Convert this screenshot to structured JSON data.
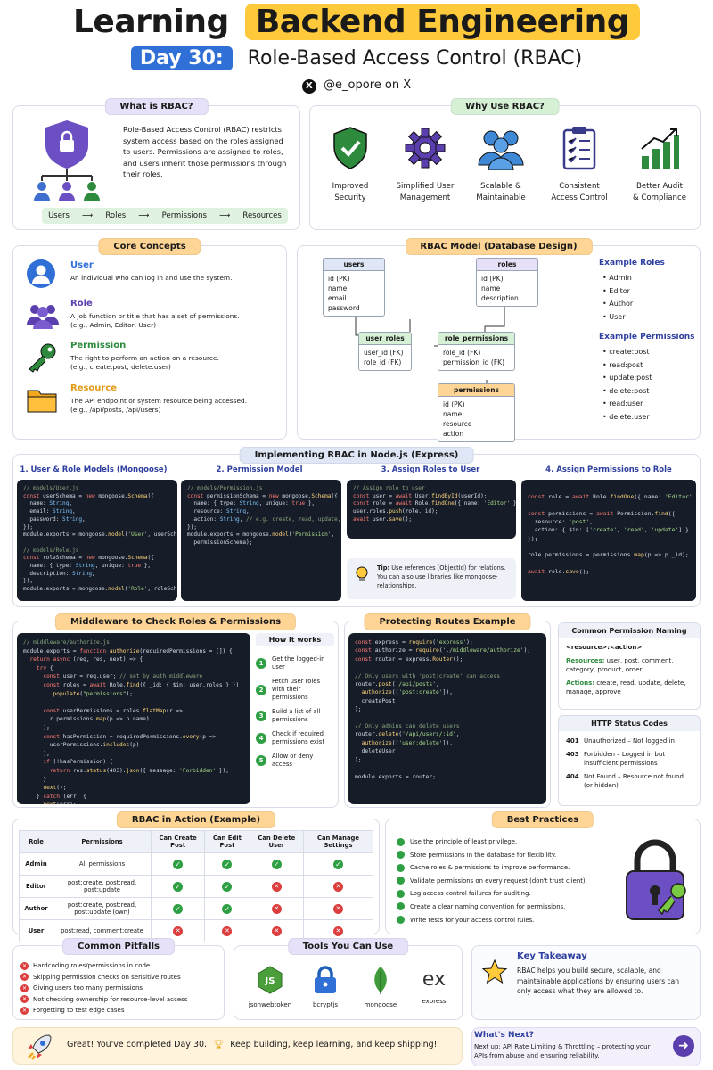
{
  "header": {
    "title_a": "Learning",
    "title_b": "Backend Engineering",
    "day": "Day 30:",
    "subtitle": "Role-Based Access Control (RBAC)",
    "handle": "@e_opore on X"
  },
  "what": {
    "title": "What is RBAC?",
    "text": "Role-Based Access Control (RBAC) restricts system access based on the roles assigned to users. Permissions are assigned to roles, and users inherit those permissions through their roles.",
    "flow": [
      "Users",
      "Roles",
      "Permissions",
      "Resources"
    ],
    "arrow": "⟶"
  },
  "why": {
    "title": "Why Use RBAC?",
    "items": [
      {
        "icon": "shield-check-icon",
        "l1": "Improved",
        "l2": "Security"
      },
      {
        "icon": "gear-icon",
        "l1": "Simplified User",
        "l2": "Management"
      },
      {
        "icon": "users-group-icon",
        "l1": "Scalable &",
        "l2": "Maintainable"
      },
      {
        "icon": "checklist-icon",
        "l1": "Consistent",
        "l2": "Access Control"
      },
      {
        "icon": "bar-chart-icon",
        "l1": "Better Audit",
        "l2": "& Compliance"
      }
    ]
  },
  "core": {
    "title": "Core Concepts",
    "items": [
      {
        "name": "User",
        "color": "#2f6fd6",
        "d1": "An individual who can log in and use the system.",
        "d2": ""
      },
      {
        "name": "Role",
        "color": "#5b3fae",
        "d1": "A job function or title that has a set of permissions.",
        "d2": "(e.g., Admin, Editor, User)"
      },
      {
        "name": "Permission",
        "color": "#2e8b3e",
        "d1": "The right to perform an action on a resource.",
        "d2": "(e.g., create:post, delete:user)"
      },
      {
        "name": "Resource",
        "color": "#e09b16",
        "d1": "The API endpoint or system resource being accessed.",
        "d2": "(e.g., /api/posts, /api/users)"
      }
    ]
  },
  "model": {
    "title": "RBAC Model (Database Design)",
    "tables": {
      "users": {
        "name": "users",
        "fields": [
          "id (PK)",
          "name",
          "email",
          "password"
        ]
      },
      "roles": {
        "name": "roles",
        "fields": [
          "id (PK)",
          "name",
          "description"
        ]
      },
      "user_roles": {
        "name": "user_roles",
        "fields": [
          "user_id (FK)",
          "role_id (FK)"
        ]
      },
      "role_permissions": {
        "name": "role_permissions",
        "fields": [
          "role_id (FK)",
          "permission_id (FK)"
        ]
      },
      "permissions": {
        "name": "permissions",
        "fields": [
          "id (PK)",
          "name",
          "resource",
          "action"
        ]
      }
    },
    "roles_title": "Example Roles",
    "roles": [
      "Admin",
      "Editor",
      "Author",
      "User"
    ],
    "perms_title": "Example Permissions",
    "perms": [
      "create:post",
      "read:post",
      "update:post",
      "delete:post",
      "read:user",
      "delete:user"
    ]
  },
  "impl": {
    "title": "Implementing RBAC in Node.js (Express)",
    "h1": "1. User & Role Models (Mongoose)",
    "h2": "2. Permission Model",
    "h3": "3. Assign Roles to User",
    "h4": "4. Assign Permissions to Role",
    "tip_label": "Tip:",
    "tip": "Use references (ObjectId) for relations. You can also use libraries like mongoose-relationships."
  },
  "mw": {
    "title": "Middleware to Check Roles & Permissions",
    "how_title": "How it works",
    "steps": [
      "Get the logged-in user",
      "Fetch user roles with their permissions",
      "Build a list of all permissions",
      "Check if required permissions exist",
      "Allow or deny access"
    ]
  },
  "protect": {
    "title": "Protecting Routes Example"
  },
  "naming": {
    "title": "Common Permission Naming",
    "format": "<resource>:<action>",
    "res_label": "Resources:",
    "res": "user, post, comment, category, product, order",
    "act_label": "Actions:",
    "act": "create, read, update, delete, manage, approve"
  },
  "http": {
    "title": "HTTP Status Codes",
    "items": [
      {
        "code": "401",
        "text": "Unauthorized – Not logged in"
      },
      {
        "code": "403",
        "text": "Forbidden – Logged in but insufficient permissions"
      },
      {
        "code": "404",
        "text": "Not Found – Resource not found (or hidden)"
      }
    ]
  },
  "action": {
    "title": "RBAC in Action (Example)",
    "headers": [
      "Role",
      "Permissions",
      "Can Create Post",
      "Can Edit Post",
      "Can Delete User",
      "Can Manage Settings"
    ],
    "rows": [
      {
        "role": "Admin",
        "perms": "All permissions",
        "v": [
          true,
          true,
          true,
          true
        ]
      },
      {
        "role": "Editor",
        "perms": "post:create, post:read, post:update",
        "v": [
          true,
          true,
          false,
          false
        ]
      },
      {
        "role": "Author",
        "perms": "post:create, post:read, post:update (own)",
        "v": [
          true,
          true,
          false,
          false
        ]
      },
      {
        "role": "User",
        "perms": "post:read, comment:create",
        "v": [
          false,
          false,
          false,
          false
        ]
      }
    ]
  },
  "best": {
    "title": "Best Practices",
    "items": [
      "Use the principle of least privilege.",
      "Store permissions in the database for flexibility.",
      "Cache roles & permissions to improve performance.",
      "Validate permissions on every request (don't trust client).",
      "Log access control failures for auditing.",
      "Create a clear naming convention for permissions.",
      "Write tests for your access control rules."
    ]
  },
  "pitfalls": {
    "title": "Common Pitfalls",
    "items": [
      "Hardcoding roles/permissions in code",
      "Skipping permission checks on sensitive routes",
      "Giving users too many permissions",
      "Not checking ownership for resource-level access",
      "Forgetting to test edge cases"
    ]
  },
  "tools": {
    "title": "Tools You Can Use",
    "items": [
      {
        "icon": "nodejs-icon",
        "label": "jsonwebtoken"
      },
      {
        "icon": "lock-icon",
        "label": "bcryptjs"
      },
      {
        "icon": "leaf-icon",
        "label": "mongoose"
      },
      {
        "icon": "express-icon",
        "label": "express"
      }
    ],
    "express_logo": "ex"
  },
  "takeaway": {
    "title": "Key Takeaway",
    "text": "RBAC helps you build secure, scalable, and maintainable applications by ensuring users can only access what they are allowed to."
  },
  "footer": {
    "text1": "Great! You've completed Day 30.",
    "text2": "Keep building, keep learning, and keep shipping!",
    "next_title": "What's Next?",
    "next_text": "Next up: API Rate Limiting & Throttling – protecting your APIs from abuse and ensuring reliability."
  },
  "colors": {
    "accent": "#ffc93c",
    "blue": "#2f6fd6",
    "green": "#2ea043",
    "red": "#dc3d3d",
    "purple": "#5b3fae"
  }
}
